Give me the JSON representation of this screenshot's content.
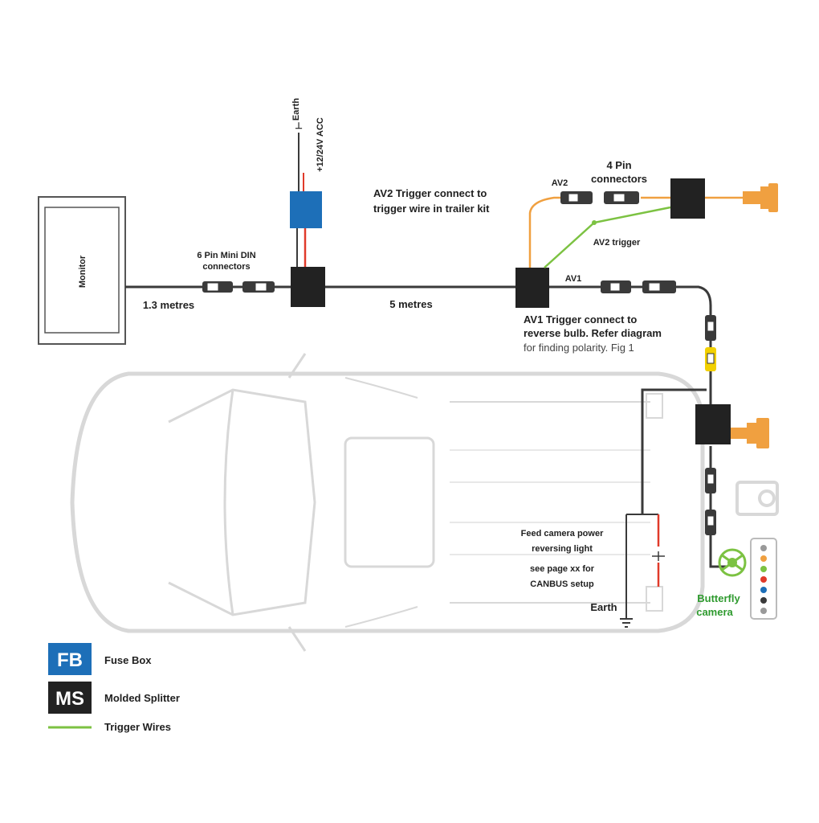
{
  "colors": {
    "wire": "#3a3a3a",
    "car": "#d8d8d8",
    "orange": "#f0a040",
    "green": "#7cc242",
    "red": "#e03a2a",
    "fuse_blue": "#1d6fb8",
    "splitter_black": "#222222"
  },
  "monitor": {
    "label": "Monitor"
  },
  "labels": {
    "mini_din": [
      "6 Pin Mini DIN",
      "connectors"
    ],
    "dist_13": "1.3 metres",
    "dist_5": "5 metres",
    "earth_top": "Earth",
    "power_top": "+12/24V ACC",
    "av2_trigger": [
      "AV2 Trigger connect to",
      "trigger wire in trailer kit"
    ],
    "av2": "AV2",
    "four_pin": [
      "4 Pin",
      "connectors"
    ],
    "av2_trigger_short": "AV2 trigger",
    "av1": "AV1",
    "av1_trigger": [
      "AV1 Trigger connect to",
      "reverse bulb. Refer diagram"
    ],
    "av1_polarity": "for finding polarity. Fig 1",
    "reverse_note": [
      "Feed camera power",
      "reversing light",
      "see page xx for",
      "CANBUS setup"
    ],
    "earth_bottom": "Earth",
    "butterfly": [
      "Butterfly",
      "camera"
    ]
  },
  "legend": [
    {
      "code": "FB",
      "text": "Fuse Box",
      "color": "#1d6fb8"
    },
    {
      "code": "MS",
      "text": "Molded Splitter",
      "color": "#222222"
    },
    {
      "code": "",
      "text": "Trigger Wires",
      "color": "#7cc242"
    }
  ]
}
